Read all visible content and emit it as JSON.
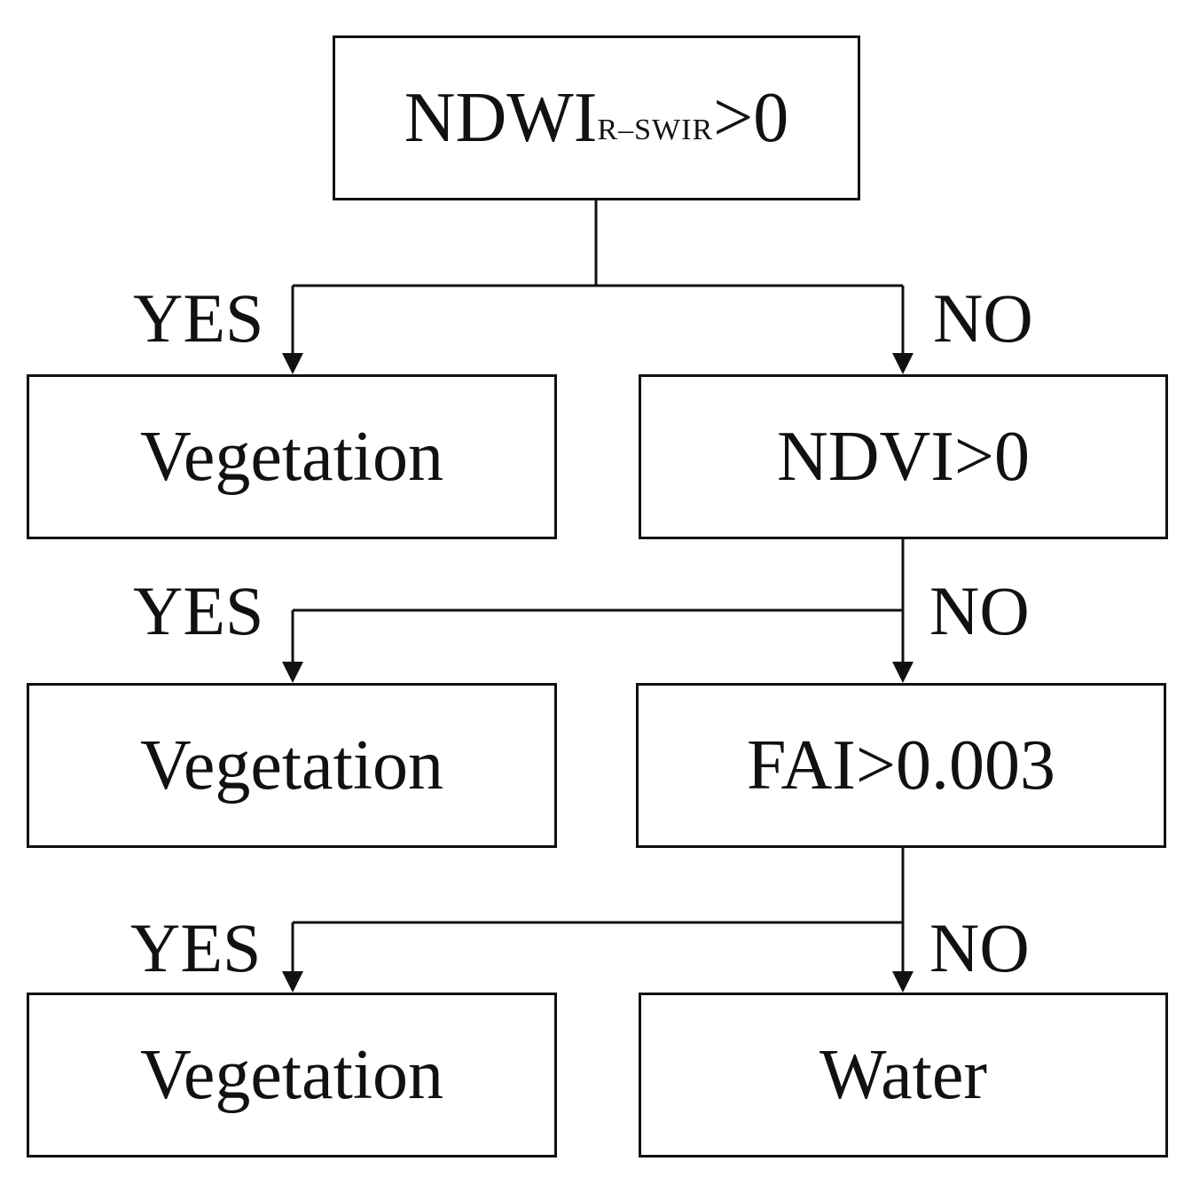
{
  "nodes": {
    "root": {
      "main": "NDWI",
      "subscript": "R–SWIR",
      "suffix": ">0"
    },
    "veg1": {
      "text": "Vegetation"
    },
    "ndvi": {
      "text": "NDVI>0"
    },
    "veg2": {
      "text": "Vegetation"
    },
    "fai": {
      "text": "FAI>0.003"
    },
    "veg3": {
      "text": "Vegetation"
    },
    "water": {
      "text": "Water"
    }
  },
  "edges": [
    {
      "from": "root",
      "to": "veg1",
      "label": "YES"
    },
    {
      "from": "root",
      "to": "ndvi",
      "label": "NO"
    },
    {
      "from": "ndvi",
      "to": "veg2",
      "label": "YES"
    },
    {
      "from": "ndvi",
      "to": "fai",
      "label": "NO"
    },
    {
      "from": "fai",
      "to": "veg3",
      "label": "YES"
    },
    {
      "from": "fai",
      "to": "water",
      "label": "NO"
    }
  ]
}
